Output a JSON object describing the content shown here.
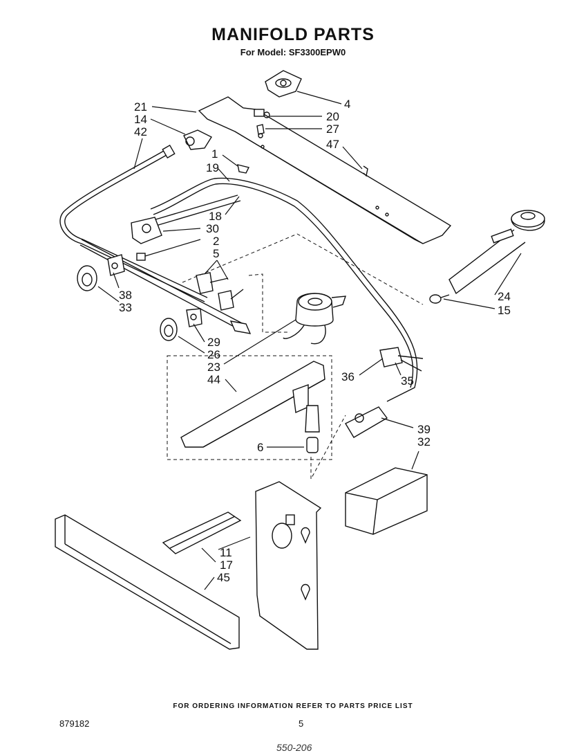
{
  "header": {
    "title": "MANIFOLD PARTS",
    "subtitle": "For Model: SF3300EPW0"
  },
  "part_labels": {
    "p21": "21",
    "p14": "14",
    "p42": "42",
    "p1": "1",
    "p19": "19",
    "p18": "18",
    "p30": "30",
    "p2": "2",
    "p5": "5",
    "p38": "38",
    "p33": "33",
    "p29": "29",
    "p26": "26",
    "p23": "23",
    "p44": "44",
    "p6": "6",
    "p4": "4",
    "p20": "20",
    "p27": "27",
    "p47": "47",
    "p24": "24",
    "p15": "15",
    "p36": "36",
    "p35": "35",
    "p39": "39",
    "p32": "32",
    "p11": "11",
    "p17": "17",
    "p45": "45"
  },
  "footer": {
    "note": "FOR ORDERING INFORMATION REFER TO PARTS PRICE LIST",
    "code": "879182",
    "page": "5",
    "handwritten": "550-206"
  }
}
